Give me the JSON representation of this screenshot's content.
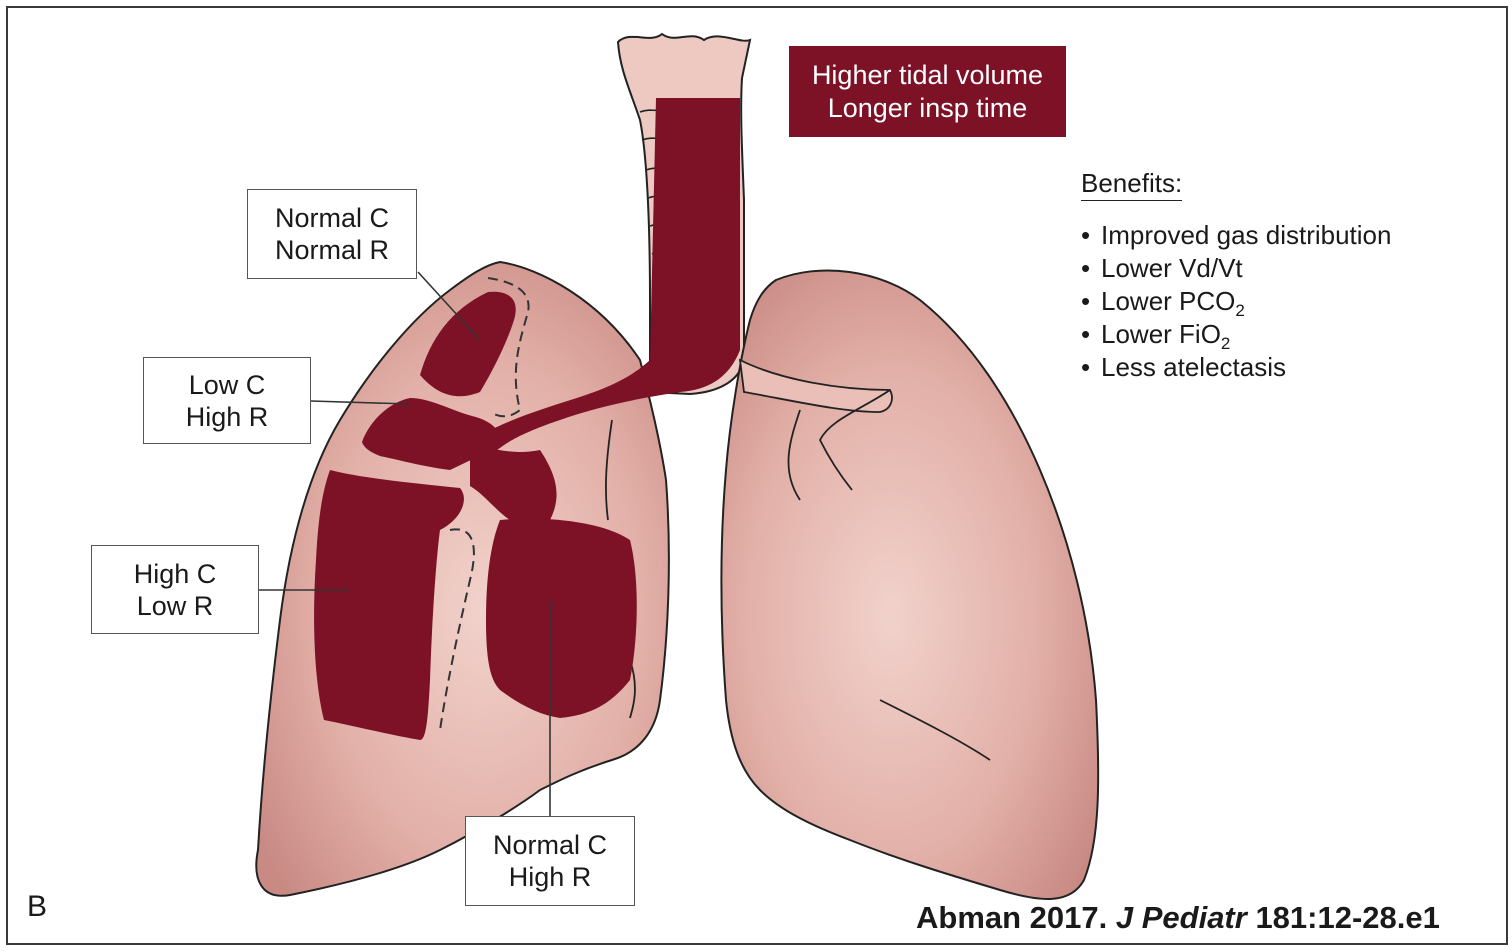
{
  "callout": {
    "line1": "Higher tidal volume",
    "line2": "Longer insp time",
    "color": "#7d1126"
  },
  "regions": [
    {
      "line1": "Normal C",
      "line2": "Normal R"
    },
    {
      "line1": "Low C",
      "line2": "High R"
    },
    {
      "line1": "High C",
      "line2": "Low R"
    },
    {
      "line1": "Normal C",
      "line2": "High R"
    }
  ],
  "benefits": {
    "heading": "Benefits:",
    "items": [
      {
        "text": "Improved gas distribution",
        "sub": ""
      },
      {
        "text": "Lower Vd/Vt",
        "sub": ""
      },
      {
        "text": "Lower PCO",
        "sub": "2"
      },
      {
        "text": "Lower FiO",
        "sub": "2"
      },
      {
        "text": "Less atelectasis",
        "sub": ""
      }
    ]
  },
  "panel_letter": "B",
  "citation": {
    "prefix": "Abman 2017. ",
    "journal": "J Pediatr",
    "suffix": " 181:12-28.e1"
  },
  "colors": {
    "lung_fill": "#e2b4ad",
    "lung_shade": "#c98a84",
    "airway_fill": "#7d1126",
    "trachea_fill": "#eec9c2"
  }
}
